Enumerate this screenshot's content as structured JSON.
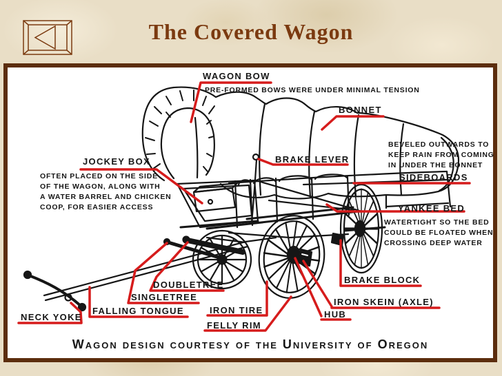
{
  "header": {
    "title": "The Covered Wagon"
  },
  "back_button": {
    "icon": "left-triangle"
  },
  "diagram": {
    "labels": {
      "wagon_bow": "WAGON BOW",
      "bonnet": "BONNET",
      "jockey_box": "JOCKEY BOX",
      "brake_lever": "BRAKE LEVER",
      "sideboards": "SIDEBOARDS",
      "yankee_bed": "YANKEE BED",
      "brake_block": "BRAKE BLOCK",
      "doubletree": "DOUBLETREE",
      "singletree": "SINGLETREE",
      "falling_tongue": "FALLING TONGUE",
      "neck_yoke": "NECK YOKE",
      "iron_tire": "IRON TIRE",
      "felly_rim": "FELLY RIM",
      "hub": "HUB",
      "iron_skein": "IRON SKEIN (AXLE)"
    },
    "notes": {
      "wagon_bow": "PRE-FORMED BOWS WERE UNDER MINIMAL TENSION",
      "jockey_box": [
        "OFTEN PLACED ON THE SIDE",
        "OF THE WAGON, ALONG WITH",
        "A WATER BARREL AND CHICKEN",
        "COOP, FOR EASIER ACCESS"
      ],
      "sideboards": [
        "BEVELED OUTWARDS TO",
        "KEEP RAIN FROM COMING",
        "IN UNDER THE BONNET"
      ],
      "yankee_bed": [
        "WATERTIGHT SO THE BED",
        "COULD BE FLOATED WHEN",
        "CROSSING DEEP WATER"
      ]
    },
    "caption": "Wagon design courtesy of the University of Oregon"
  },
  "colors": {
    "accent_red": "#d61c1c",
    "ink": "#161616",
    "title_brown": "#7b3a10",
    "panel_border": "#5c2d0d",
    "parchment": "#e9dec6"
  }
}
